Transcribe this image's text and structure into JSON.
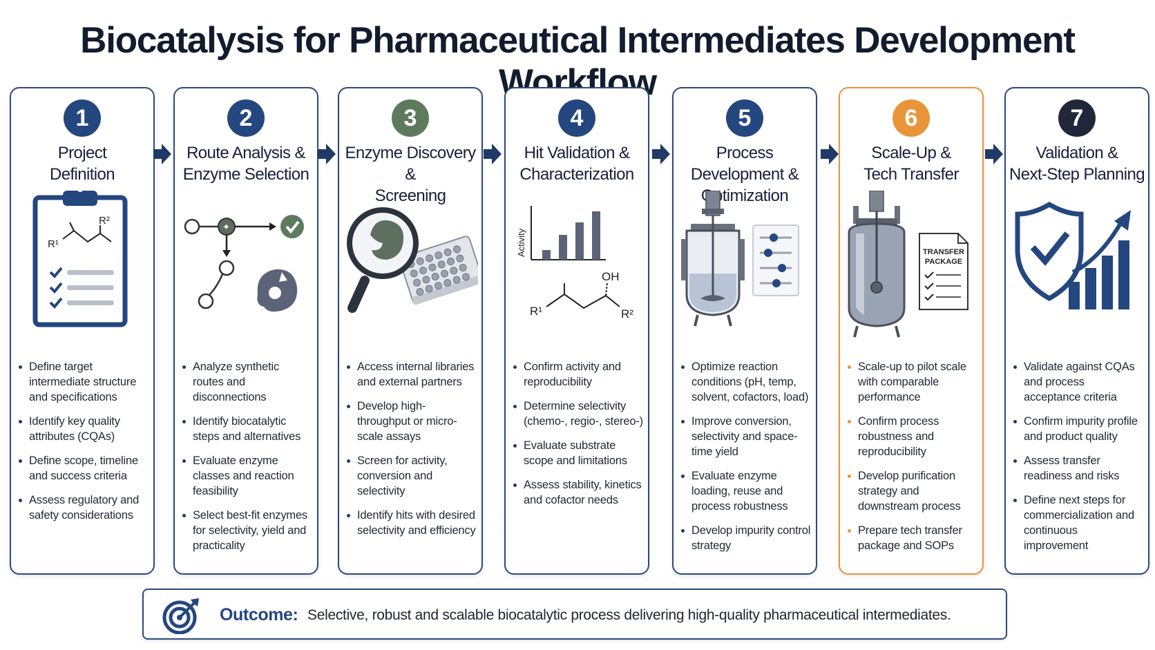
{
  "title": "Biocatalysis for Pharmaceutical Intermediates Development Workflow",
  "colors": {
    "navy": "#23477e",
    "green": "#5d7a5d",
    "orange": "#e8953a",
    "dark": "#1f2738",
    "border": "#2b4a7c"
  },
  "steps": [
    {
      "number": "1",
      "title_line1": "Project",
      "title_line2": "Definition",
      "icon": "clipboard-checklist-icon",
      "bullets": [
        "Define target intermediate structure and specifications",
        "Identify key quality attributes (CQAs)",
        "Define scope, timeline and success criteria",
        "Assess regulatory and safety considerations"
      ]
    },
    {
      "number": "2",
      "title_line1": "Route Analysis &",
      "title_line2": "Enzyme Selection",
      "icon": "route-network-enzyme-icon",
      "bullets": [
        "Analyze synthetic routes and disconnections",
        "Identify biocatalytic steps and alternatives",
        "Evaluate enzyme classes and reaction feasibility",
        "Select best-fit enzymes for selectivity, yield and practicality"
      ]
    },
    {
      "number": "3",
      "title_line1": "Enzyme Discovery &",
      "title_line2": "Screening",
      "icon": "magnifier-well-plate-icon",
      "bullets": [
        "Access internal libraries and external partners",
        "Develop high-throughput or micro-scale assays",
        "Screen for activity, conversion and selectivity",
        "Identify hits with desired selectivity and efficiency"
      ]
    },
    {
      "number": "4",
      "title_line1": "Hit Validation &",
      "title_line2": "Characterization",
      "icon": "activity-chart-molecule-icon",
      "axis_label": "Activity",
      "bullets": [
        "Confirm activity and reproducibility",
        "Determine selectivity (chemo-, regio-, stereo-)",
        "Evaluate substrate scope and limitations",
        "Assess stability, kinetics and cofactor needs"
      ]
    },
    {
      "number": "5",
      "title_line1": "Process Development &",
      "title_line2": "Optimization",
      "icon": "reactor-sliders-icon",
      "bullets": [
        "Optimize reaction conditions (pH, temp, solvent, cofactors, load)",
        "Improve conversion, selectivity and space-time yield",
        "Evaluate enzyme loading, reuse and process robustness",
        "Develop impurity control strategy"
      ]
    },
    {
      "number": "6",
      "title_line1": "Scale-Up &",
      "title_line2": "Tech Transfer",
      "icon": "pilot-reactor-document-icon",
      "doc_line1": "TRANSFER",
      "doc_line2": "PACKAGE",
      "bullets": [
        "Scale-up to pilot scale with comparable performance",
        "Confirm process robustness and reproducibility",
        "Develop purification strategy and downstream process",
        "Prepare tech transfer package and SOPs"
      ]
    },
    {
      "number": "7",
      "title_line1": "Validation &",
      "title_line2": "Next-Step Planning",
      "icon": "shield-growth-chart-icon",
      "bullets": [
        "Validate against CQAs and process acceptance criteria",
        "Confirm impurity profile and product quality",
        "Assess transfer readiness and risks",
        "Define next steps for commercialization and continuous improvement"
      ]
    }
  ],
  "outcome": {
    "label": "Outcome:",
    "text": "Selective, robust and scalable biocatalytic process delivering high-quality pharmaceutical intermediates.",
    "icon": "target-arrow-icon"
  }
}
